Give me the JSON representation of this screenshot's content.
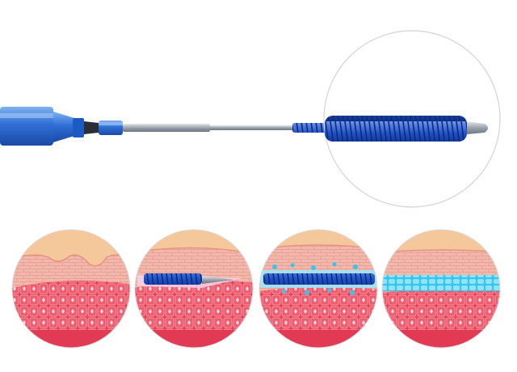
{
  "illustration": {
    "subject": "syringe-needle-with-thread",
    "stages": [
      {
        "name": "stage-1-wrinkled-skin"
      },
      {
        "name": "stage-2-thread-insertion"
      },
      {
        "name": "stage-3-thread-in-tissue"
      },
      {
        "name": "stage-4-collagen-formation"
      }
    ]
  },
  "colors": {
    "syringe_blue": "#2f6fd6",
    "thread_blue": "#1f52c8",
    "needle_gray": "#9aa3ad",
    "skin_top": "#f4c89a",
    "dermis_pink": "#f2b8ac",
    "tissue_red": "#e8455a",
    "collagen_cyan": "#35c6ee",
    "outline_gray": "#d9d9d9"
  }
}
